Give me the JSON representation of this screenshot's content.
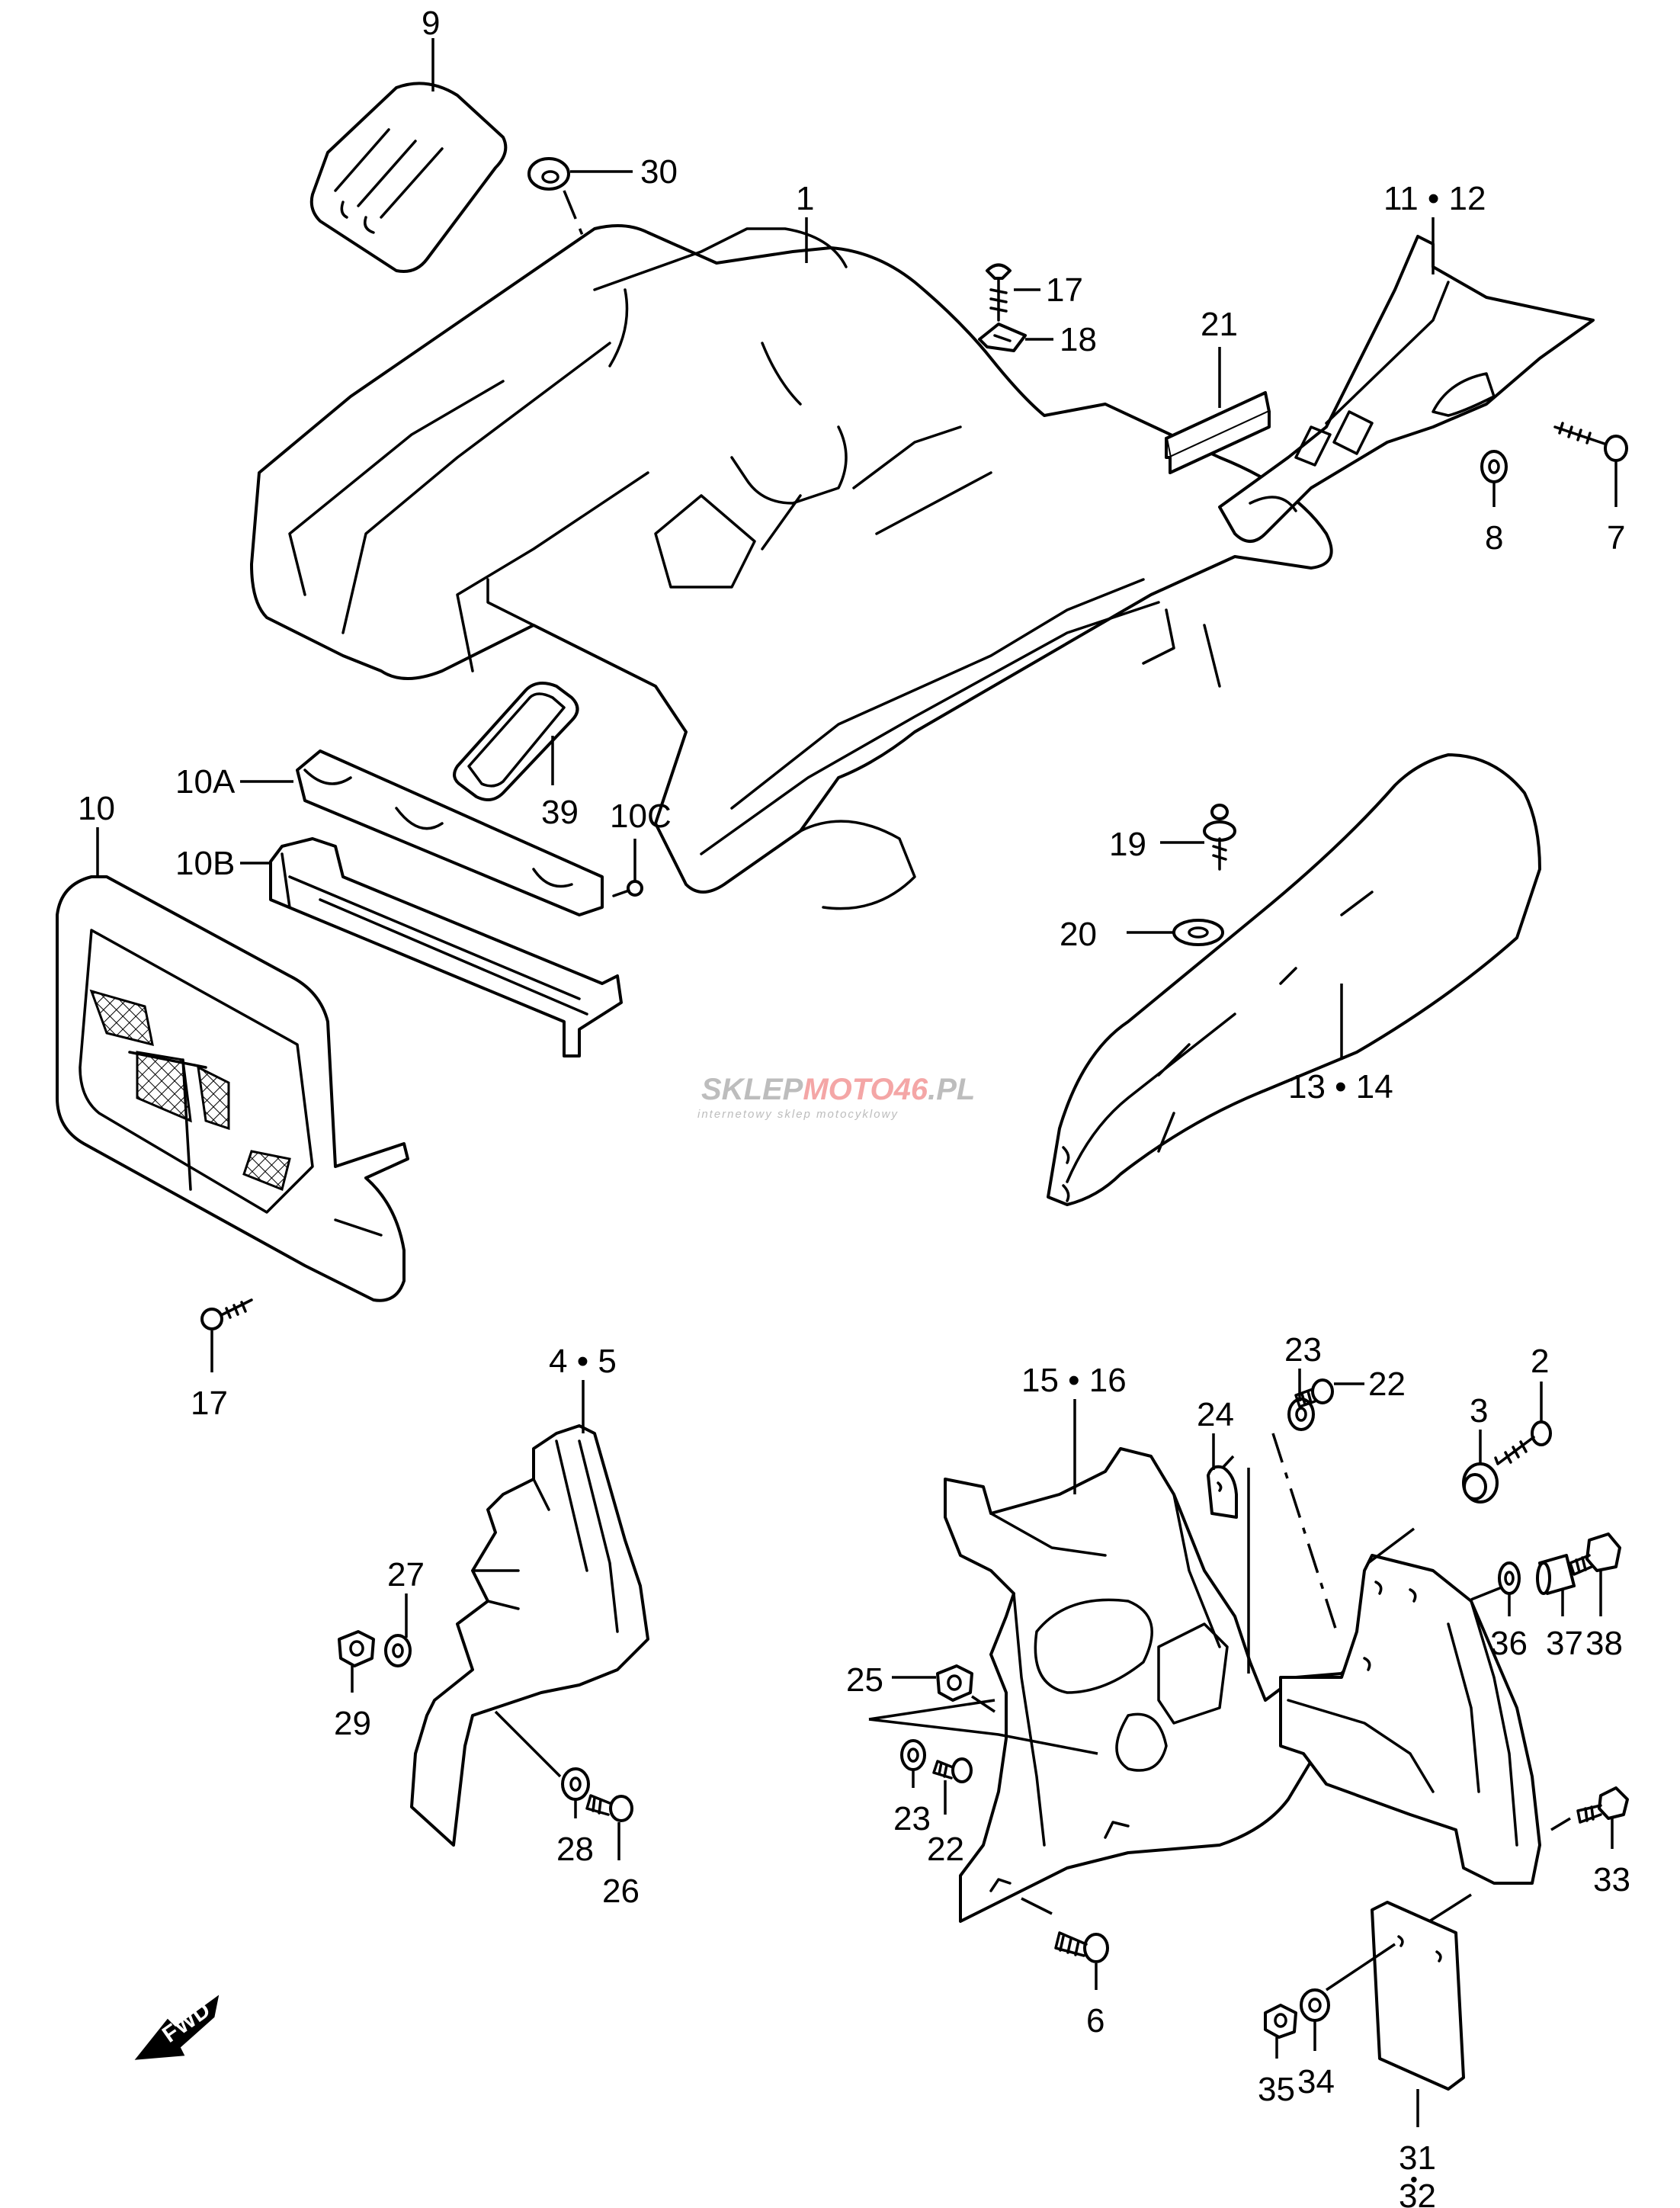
{
  "diagram": {
    "title": "Front / Rear Fender Parts Diagram",
    "callouts": {
      "c9": "9",
      "c30": "30",
      "c1": "1",
      "c17a": "17",
      "c18": "18",
      "c11_12": "11 • 12",
      "c21": "21",
      "c8": "8",
      "c7": "7",
      "c10A": "10A",
      "c10B": "10B",
      "c10": "10",
      "c39": "39",
      "c10C": "10C",
      "c19": "19",
      "c20": "20",
      "c13_14": "13 • 14",
      "c17b": "17",
      "c4_5": "4 • 5",
      "c27": "27",
      "c29": "29",
      "c28": "28",
      "c26": "26",
      "c15_16": "15 • 16",
      "c23a": "23",
      "c22a": "22",
      "c24": "24",
      "c2": "2",
      "c3": "3",
      "c36": "36",
      "c37": "37",
      "c38": "38",
      "c25": "25",
      "c23b": "23",
      "c22b": "22",
      "c6": "6",
      "c33": "33",
      "c35": "35",
      "c34": "34",
      "c31": "31",
      "c31dot": "•",
      "c32": "32"
    },
    "fwd_label": "FWD",
    "fwd_icon": "forward-arrow-icon",
    "watermark": {
      "part1": "SKLEP",
      "part2": "MOTO",
      "part3": "46",
      "part4": ".PL",
      "tagline": "internetowy sklep motocyklowy",
      "grey": "#bdbdbd",
      "red": "#f4a6a6"
    }
  }
}
